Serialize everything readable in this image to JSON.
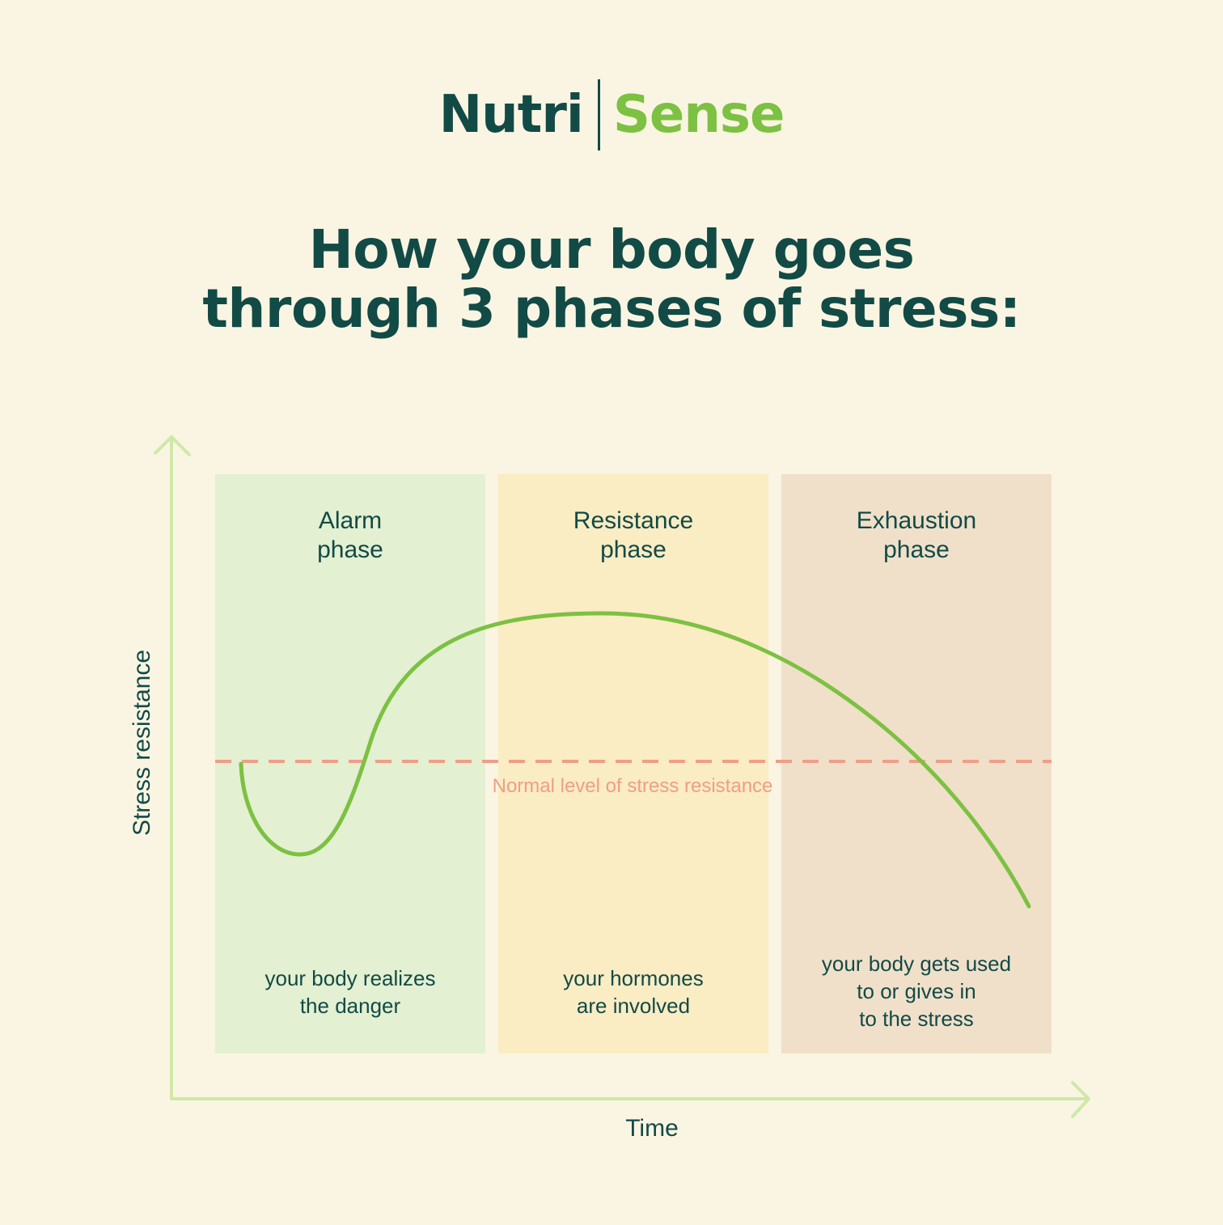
{
  "brand": {
    "part1": "Nutri",
    "part2": "Sense",
    "color_dark": "#124a46",
    "color_green": "#7cc142"
  },
  "headline": {
    "line1": "How your body goes",
    "line2": "through 3 phases of stress:"
  },
  "axes": {
    "x_label": "Time",
    "y_label": "Stress resistance",
    "color": "#cfe8a8"
  },
  "baseline": {
    "label": "Normal level of stress resistance",
    "color": "#ef9e88"
  },
  "curve": {
    "color": "#7cc142"
  },
  "phases": [
    {
      "title_line1": "Alarm",
      "title_line2": "phase",
      "desc_lines": [
        "your body realizes",
        "the danger"
      ],
      "color": "#e3f0d1"
    },
    {
      "title_line1": "Resistance",
      "title_line2": "phase",
      "desc_lines": [
        "your hormones",
        "are involved"
      ],
      "color": "#faecc3"
    },
    {
      "title_line1": "Exhaustion",
      "title_line2": "phase",
      "desc_lines": [
        "your body gets used",
        "to or gives in",
        "to the stress"
      ],
      "color": "#f0e0ca"
    }
  ]
}
